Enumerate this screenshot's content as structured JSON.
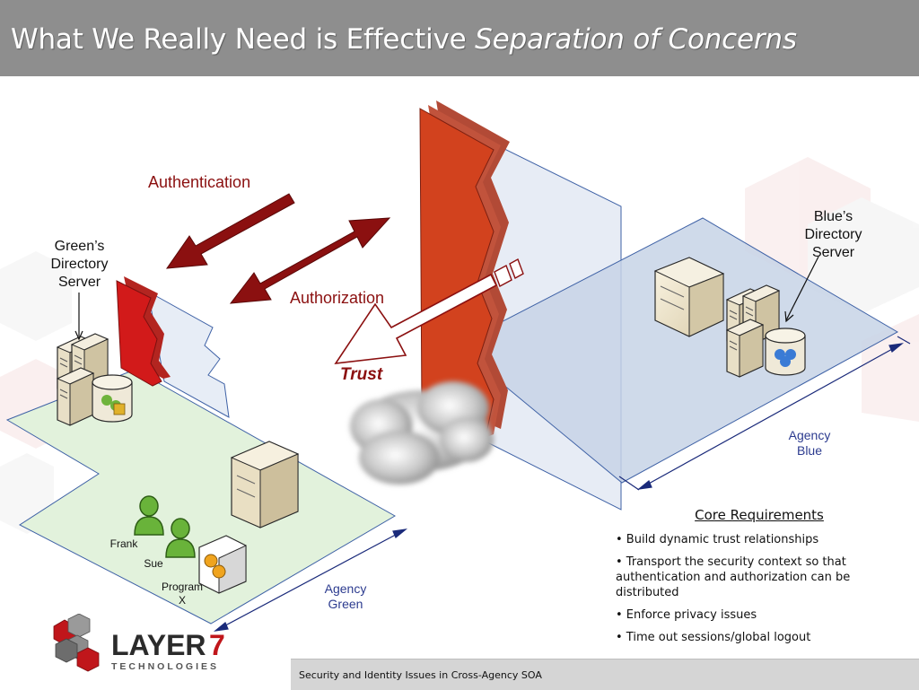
{
  "title": {
    "main": "What We Really Need is Effective ",
    "emphasis": "Separation of Concerns"
  },
  "labels": {
    "green_server": "Green’s\nDirectory\nServer",
    "blue_server": "Blue’s\nDirectory\nServer",
    "authentication": "Authentication",
    "authorization": "Authorization",
    "trust": "Trust",
    "agency_blue": "Agency\nBlue",
    "agency_green": "Agency\nGreen"
  },
  "people": [
    {
      "label": "Frank"
    },
    {
      "label": "Sue"
    },
    {
      "label": "Program\nX"
    }
  ],
  "core_requirements": {
    "title": "Core Requirements",
    "items": [
      "• Build dynamic trust relationships",
      "• Transport the security context so that authentication and authorization can be distributed",
      "• Enforce privacy issues",
      "• Time out sessions/global logout"
    ]
  },
  "footer": {
    "text": "Security and Identity Issues in Cross-Agency SOA"
  },
  "logo": {
    "word": "LAYER",
    "number": "7",
    "tagline": "TECHNOLOGIES"
  },
  "colors": {
    "title_bar": "#8e8e8e",
    "firewall_red": "#d2421e",
    "arrow_red": "#8b1010",
    "green_floor": "#e2f2dc",
    "blue_floor": "#cdd8e8",
    "agency_text": "#2c3b8f",
    "footer_bar": "#d5d5d5"
  }
}
